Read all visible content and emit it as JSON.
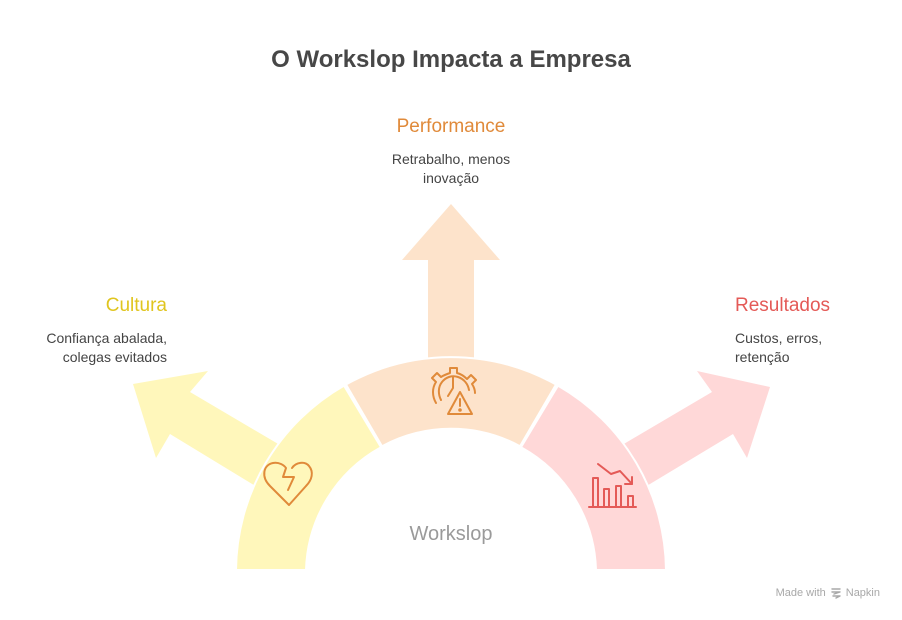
{
  "title": "O Workslop Impacta a Empresa",
  "center_label": "Workslop",
  "categories": [
    {
      "id": "cultura",
      "title": "Cultura",
      "description_lines": [
        "Confiança abalada,",
        "colegas evitados"
      ],
      "icon": "broken-heart-icon",
      "color": "#E0C51F",
      "fill": "#FFF7BB",
      "icon_color": "#E08A3A"
    },
    {
      "id": "performance",
      "title": "Performance",
      "description_lines": [
        "Retrabalho, menos",
        "inovação"
      ],
      "icon": "gear-warning-icon",
      "color": "#E08A3A",
      "fill": "#FDE3CB",
      "icon_color": "#E08A3A"
    },
    {
      "id": "resultados",
      "title": "Resultados",
      "description_lines": [
        "Custos, erros,",
        "retenção"
      ],
      "icon": "declining-chart-icon",
      "color": "#E45A57",
      "fill": "#FFD8D8",
      "icon_color": "#E45A57"
    }
  ],
  "footer": {
    "made_with": "Made with",
    "brand": "Napkin",
    "icon": "napkin-logo-icon"
  }
}
